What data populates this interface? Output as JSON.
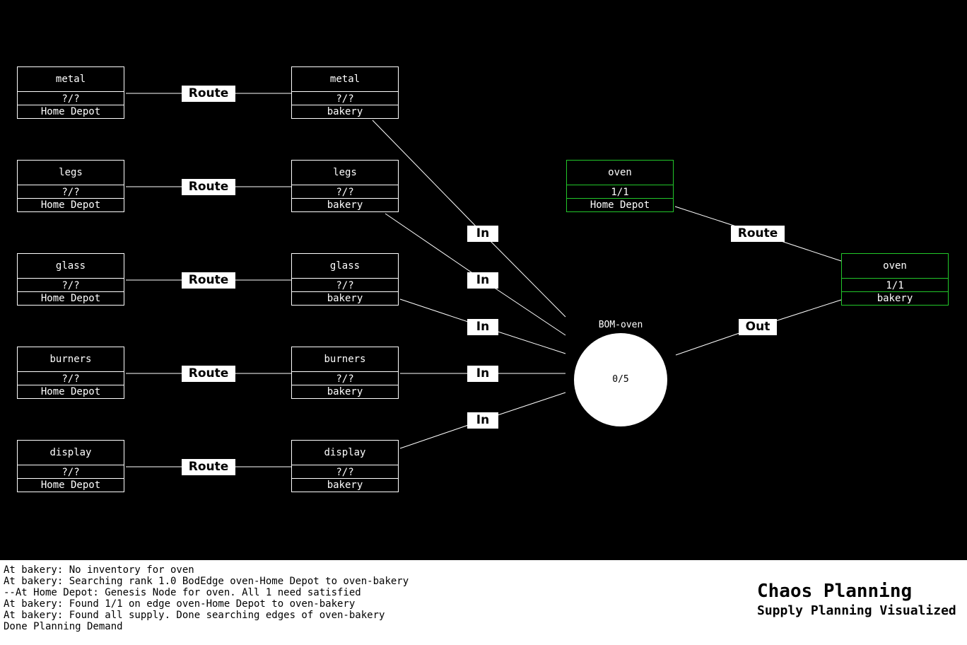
{
  "nodes": [
    {
      "id": "metal-hd",
      "item": "metal",
      "qty": "?/?",
      "location": "Home Depot",
      "color": "#ffffff"
    },
    {
      "id": "legs-hd",
      "item": "legs",
      "qty": "?/?",
      "location": "Home Depot",
      "color": "#ffffff"
    },
    {
      "id": "glass-hd",
      "item": "glass",
      "qty": "?/?",
      "location": "Home Depot",
      "color": "#ffffff"
    },
    {
      "id": "burners-hd",
      "item": "burners",
      "qty": "?/?",
      "location": "Home Depot",
      "color": "#ffffff"
    },
    {
      "id": "display-hd",
      "item": "display",
      "qty": "?/?",
      "location": "Home Depot",
      "color": "#ffffff"
    },
    {
      "id": "metal-bk",
      "item": "metal",
      "qty": "?/?",
      "location": "bakery",
      "color": "#ffffff"
    },
    {
      "id": "legs-bk",
      "item": "legs",
      "qty": "?/?",
      "location": "bakery",
      "color": "#ffffff"
    },
    {
      "id": "glass-bk",
      "item": "glass",
      "qty": "?/?",
      "location": "bakery",
      "color": "#ffffff"
    },
    {
      "id": "burners-bk",
      "item": "burners",
      "qty": "?/?",
      "location": "bakery",
      "color": "#ffffff"
    },
    {
      "id": "display-bk",
      "item": "display",
      "qty": "?/?",
      "location": "bakery",
      "color": "#ffffff"
    },
    {
      "id": "oven-hd",
      "item": "oven",
      "qty": "1/1",
      "location": "Home Depot",
      "color": "#22c72a"
    },
    {
      "id": "oven-bk",
      "item": "oven",
      "qty": "1/1",
      "location": "bakery",
      "color": "#22c72a"
    }
  ],
  "bom": {
    "label": "BOM-oven",
    "qty": "0/5"
  },
  "edges": [
    {
      "id": "route-metal",
      "label": "Route"
    },
    {
      "id": "route-legs",
      "label": "Route"
    },
    {
      "id": "route-glass",
      "label": "Route"
    },
    {
      "id": "route-burners",
      "label": "Route"
    },
    {
      "id": "route-display",
      "label": "Route"
    },
    {
      "id": "in-metal",
      "label": "In"
    },
    {
      "id": "in-legs",
      "label": "In"
    },
    {
      "id": "in-glass",
      "label": "In"
    },
    {
      "id": "in-burners",
      "label": "In"
    },
    {
      "id": "in-display",
      "label": "In"
    },
    {
      "id": "route-oven",
      "label": "Route"
    },
    {
      "id": "out-oven",
      "label": "Out"
    }
  ],
  "log": [
    "At bakery: No inventory for oven",
    "At bakery: Searching rank 1.0 BodEdge oven-Home Depot to oven-bakery",
    "--At Home Depot: Genesis Node for oven. All 1 need satisfied",
    "At bakery: Found 1/1 on edge oven-Home Depot to oven-bakery",
    "At bakery: Found all supply. Done searching edges of oven-bakery",
    "Done Planning Demand"
  ],
  "brand": {
    "title": "Chaos Planning",
    "subtitle": "Supply Planning Visualized"
  },
  "colors": {
    "background": "#000000",
    "wire": "#ffffff",
    "satisfied": "#22c72a"
  }
}
